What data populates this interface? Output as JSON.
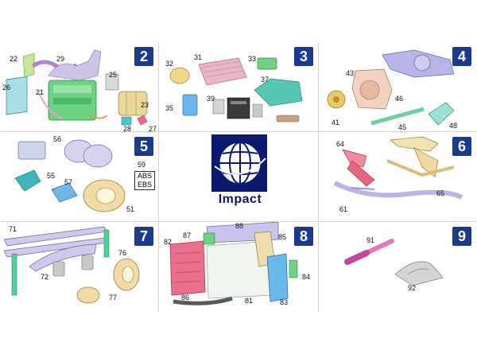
{
  "logo": {
    "text": "Impact"
  },
  "cells": [
    {
      "number": "2",
      "labels": [
        "22",
        "29",
        "25",
        "26",
        "21",
        "23",
        "28",
        "27"
      ]
    },
    {
      "number": "3",
      "labels": [
        "31",
        "33",
        "32",
        "37",
        "35",
        "39"
      ]
    },
    {
      "number": "4",
      "labels": [
        "43",
        "46",
        "41",
        "45",
        "48"
      ]
    },
    {
      "number": "5",
      "labels": [
        "56",
        "59",
        "55",
        "57",
        "51"
      ],
      "abs_label": "ABS",
      "ebs_label": "EBS"
    },
    {
      "number": "6",
      "labels": [
        "64",
        "65",
        "61"
      ]
    },
    {
      "number": "7",
      "labels": [
        "71",
        "76",
        "72",
        "77"
      ]
    },
    {
      "number": "8",
      "labels": [
        "88",
        "82",
        "87",
        "85",
        "84",
        "86",
        "81",
        "83"
      ]
    },
    {
      "number": "9",
      "labels": [
        "91",
        "92"
      ]
    }
  ],
  "colors": {
    "badge": "#1b3a8f",
    "logo_dark": "#0b1a6e"
  }
}
